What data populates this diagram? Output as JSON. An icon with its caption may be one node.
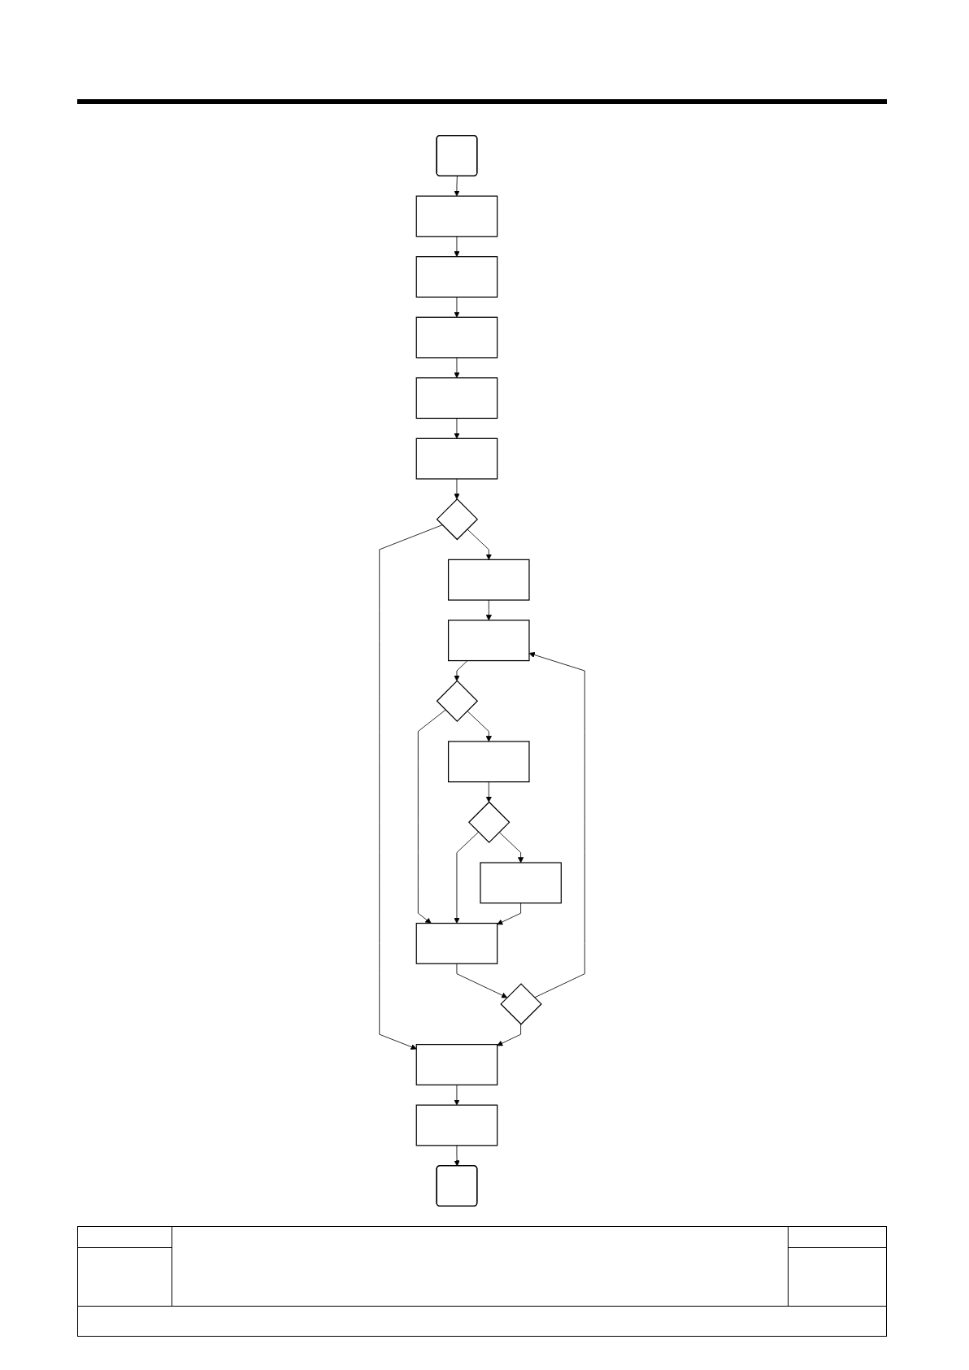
{
  "diagram": {
    "nodes": [
      {
        "text": [],
        "shape": "rounded"
      },
      {
        "text": [],
        "shape": "box"
      },
      {
        "text": [],
        "shape": "box"
      },
      {
        "text": [],
        "shape": "box"
      },
      {
        "text": [],
        "shape": "box"
      },
      {
        "text": [],
        "shape": "box"
      },
      {
        "text": [],
        "shape": "diamond"
      },
      {
        "text": [],
        "shape": "box"
      },
      {
        "text": [],
        "shape": "box"
      },
      {
        "text": [],
        "shape": "box"
      },
      {
        "text": [],
        "shape": "diamond"
      },
      {
        "text": [],
        "shape": "box"
      },
      {
        "text": [],
        "shape": "diamond"
      },
      {
        "text": [],
        "shape": "box"
      },
      {
        "text": [],
        "shape": "diamond"
      },
      {
        "text": [],
        "shape": "box"
      },
      {
        "text": [],
        "shape": "box"
      },
      {
        "text": [],
        "shape": "rounded"
      }
    ],
    "edges": [
      {
        "from": 0,
        "to": 1,
        "arrow": "to"
      },
      {
        "from": 1,
        "to": 2,
        "arrow": "to"
      },
      {
        "from": 2,
        "to": 3,
        "arrow": "to"
      },
      {
        "from": 3,
        "to": 4,
        "arrow": "to"
      },
      {
        "from": 4,
        "to": 5,
        "arrow": "to"
      },
      {
        "from": 5,
        "to": 6,
        "arrow": "to"
      },
      {
        "from": 6,
        "to": 7,
        "arrow": "to"
      },
      {
        "from": 6,
        "to": 15,
        "arrow": "to"
      },
      {
        "from": 7,
        "to": 8,
        "arrow": "to"
      },
      {
        "from": 8,
        "to": 10,
        "arrow": "to"
      },
      {
        "from": 10,
        "to": 9,
        "arrow": "to"
      },
      {
        "from": 10,
        "to": 13,
        "arrow": "to"
      },
      {
        "from": 9,
        "to": 12,
        "arrow": "to"
      },
      {
        "from": 12,
        "to": 11,
        "arrow": "to"
      },
      {
        "from": 12,
        "to": 13,
        "arrow": "to"
      },
      {
        "from": 11,
        "to": 13,
        "arrow": "to"
      },
      {
        "from": 13,
        "to": 14,
        "arrow": "to"
      },
      {
        "from": 14,
        "to": 8,
        "arrow": "to"
      },
      {
        "from": 14,
        "to": 15,
        "arrow": "to"
      },
      {
        "from": 15,
        "to": 16,
        "arrow": "to"
      },
      {
        "from": 16,
        "to": 17,
        "arrow": "to"
      }
    ]
  }
}
